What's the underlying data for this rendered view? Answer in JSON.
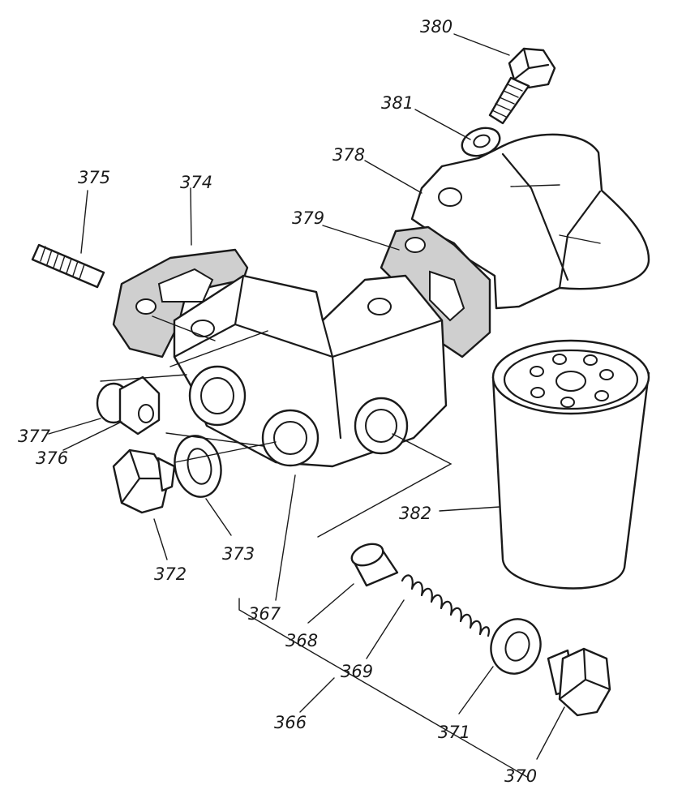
{
  "labels": {
    "p366": "366",
    "p367": "367",
    "p368": "368",
    "p369": "369",
    "p370": "370",
    "p371": "371",
    "p372": "372",
    "p373": "373",
    "p374": "374",
    "p375": "375",
    "p376": "376",
    "p377": "377",
    "p378": "378",
    "p379": "379",
    "p380": "380",
    "p381": "381",
    "p382": "382"
  }
}
